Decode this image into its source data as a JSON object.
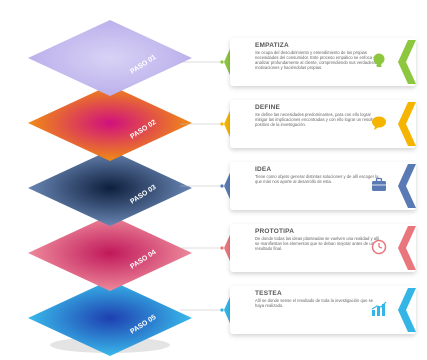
{
  "steps": [
    {
      "layer_label": "PASO 01",
      "title": "EMPATIZA",
      "text": "Se ocupa del descubrimiento y entendimiento de las propias necesidades del consumidor. Este proceso empático se enfoca en analizar profundamente al cliente, comprendiendo sus verdaderas motivaciones y haciéndolas propias.",
      "icon": "lightbulb-icon",
      "color": "#8dc63f",
      "layer_gradient": [
        "#d8d2f5",
        "#b6aaea"
      ]
    },
    {
      "layer_label": "PASO 02",
      "title": "DEFINE",
      "text": "Se define las necesidades predominantes, para con ello lograr mitigar las implicaciones encontradas y con ello lograr un resultado positivo de la investigación.",
      "icon": "speech-bubble-icon",
      "color": "#f5b400",
      "layer_gradient": [
        "#d0107e",
        "#f7a400"
      ]
    },
    {
      "layer_label": "PASO 03",
      "title": "IDEA",
      "text": "Tiene como objeto generar distintas soluciones y de allí escoger la que más nos aporte al desarrollo de esta.",
      "icon": "briefcase-icon",
      "color": "#5a7ab5",
      "layer_gradient": [
        "#0e1f3d",
        "#7a9acb"
      ]
    },
    {
      "layer_label": "PASO 04",
      "title": "PROTOTIPA",
      "text": "De donde todas las ideas planteadas se vuelven una realidad y allí se manifiestan los elementos que se deban mejorar antes de un resultado final.",
      "icon": "clock-icon",
      "color": "#e9767d",
      "layer_gradient": [
        "#c0185a",
        "#f6a0a8"
      ]
    },
    {
      "layer_label": "PASO 05",
      "title": "TESTEA",
      "text": "Allí se donde sense el resultado de toda la investigación que se haya realizado.",
      "icon": "bar-chart-icon",
      "color": "#33b5e5",
      "layer_gradient": [
        "#1e3fb0",
        "#3fd2f6"
      ]
    }
  ]
}
